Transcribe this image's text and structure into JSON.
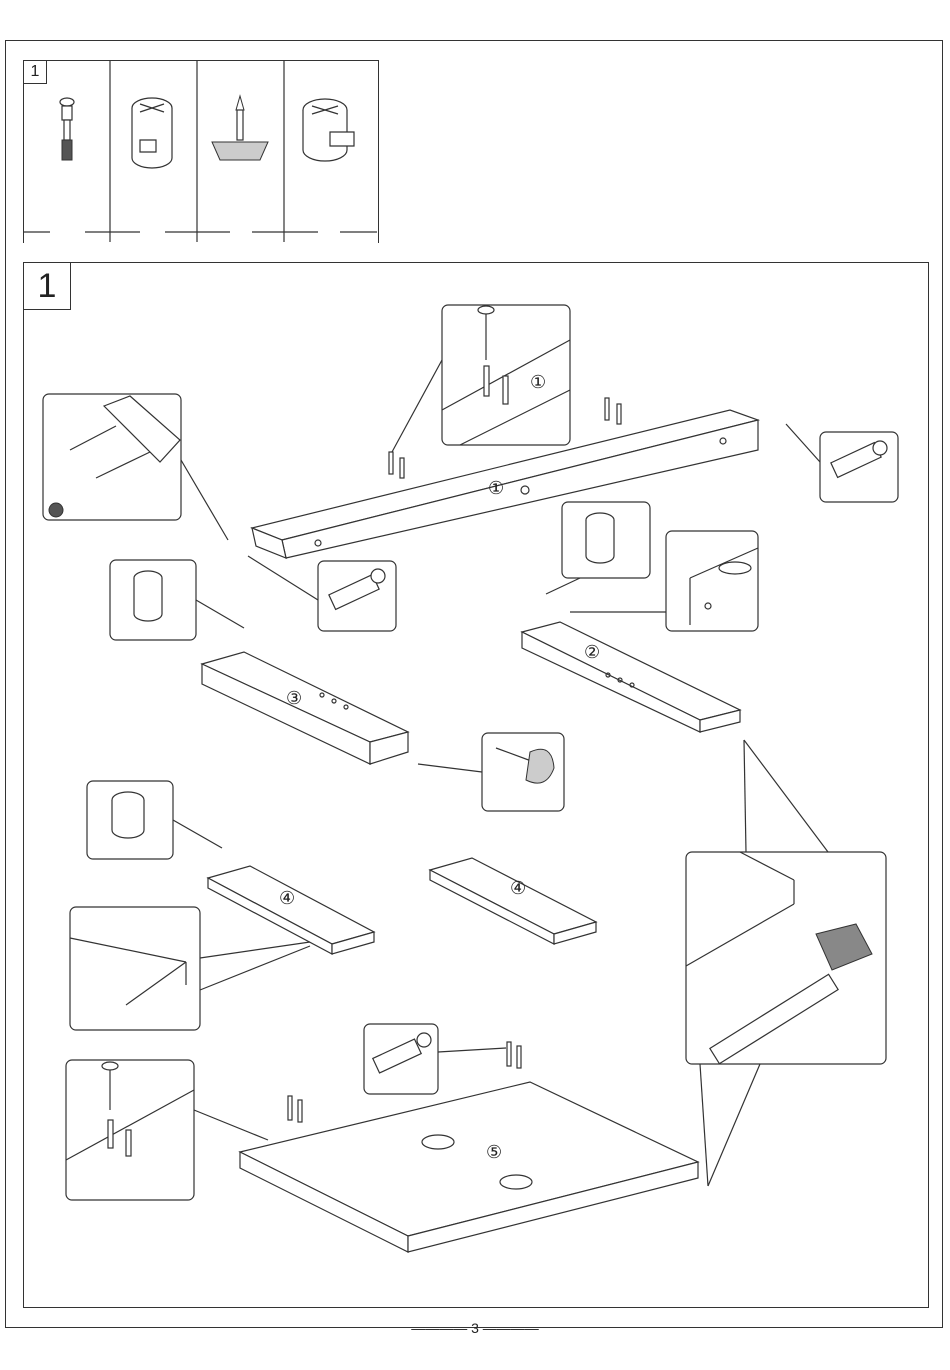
{
  "parts_table": {
    "number": "1",
    "items": [
      {
        "icon": "cam-bolt-icon",
        "quantity": ""
      },
      {
        "icon": "cam-lock-icon",
        "quantity": ""
      },
      {
        "icon": "nail-glide-icon",
        "quantity": ""
      },
      {
        "icon": "cam-lock-large-icon",
        "quantity": ""
      }
    ]
  },
  "step": {
    "number": "1",
    "boards": [
      {
        "label": "①"
      },
      {
        "label": "②"
      },
      {
        "label": "③"
      },
      {
        "label": "④"
      },
      {
        "label": "④"
      },
      {
        "label": "⑤"
      }
    ],
    "callout_label": "①"
  },
  "footer": {
    "page_number": "3"
  }
}
